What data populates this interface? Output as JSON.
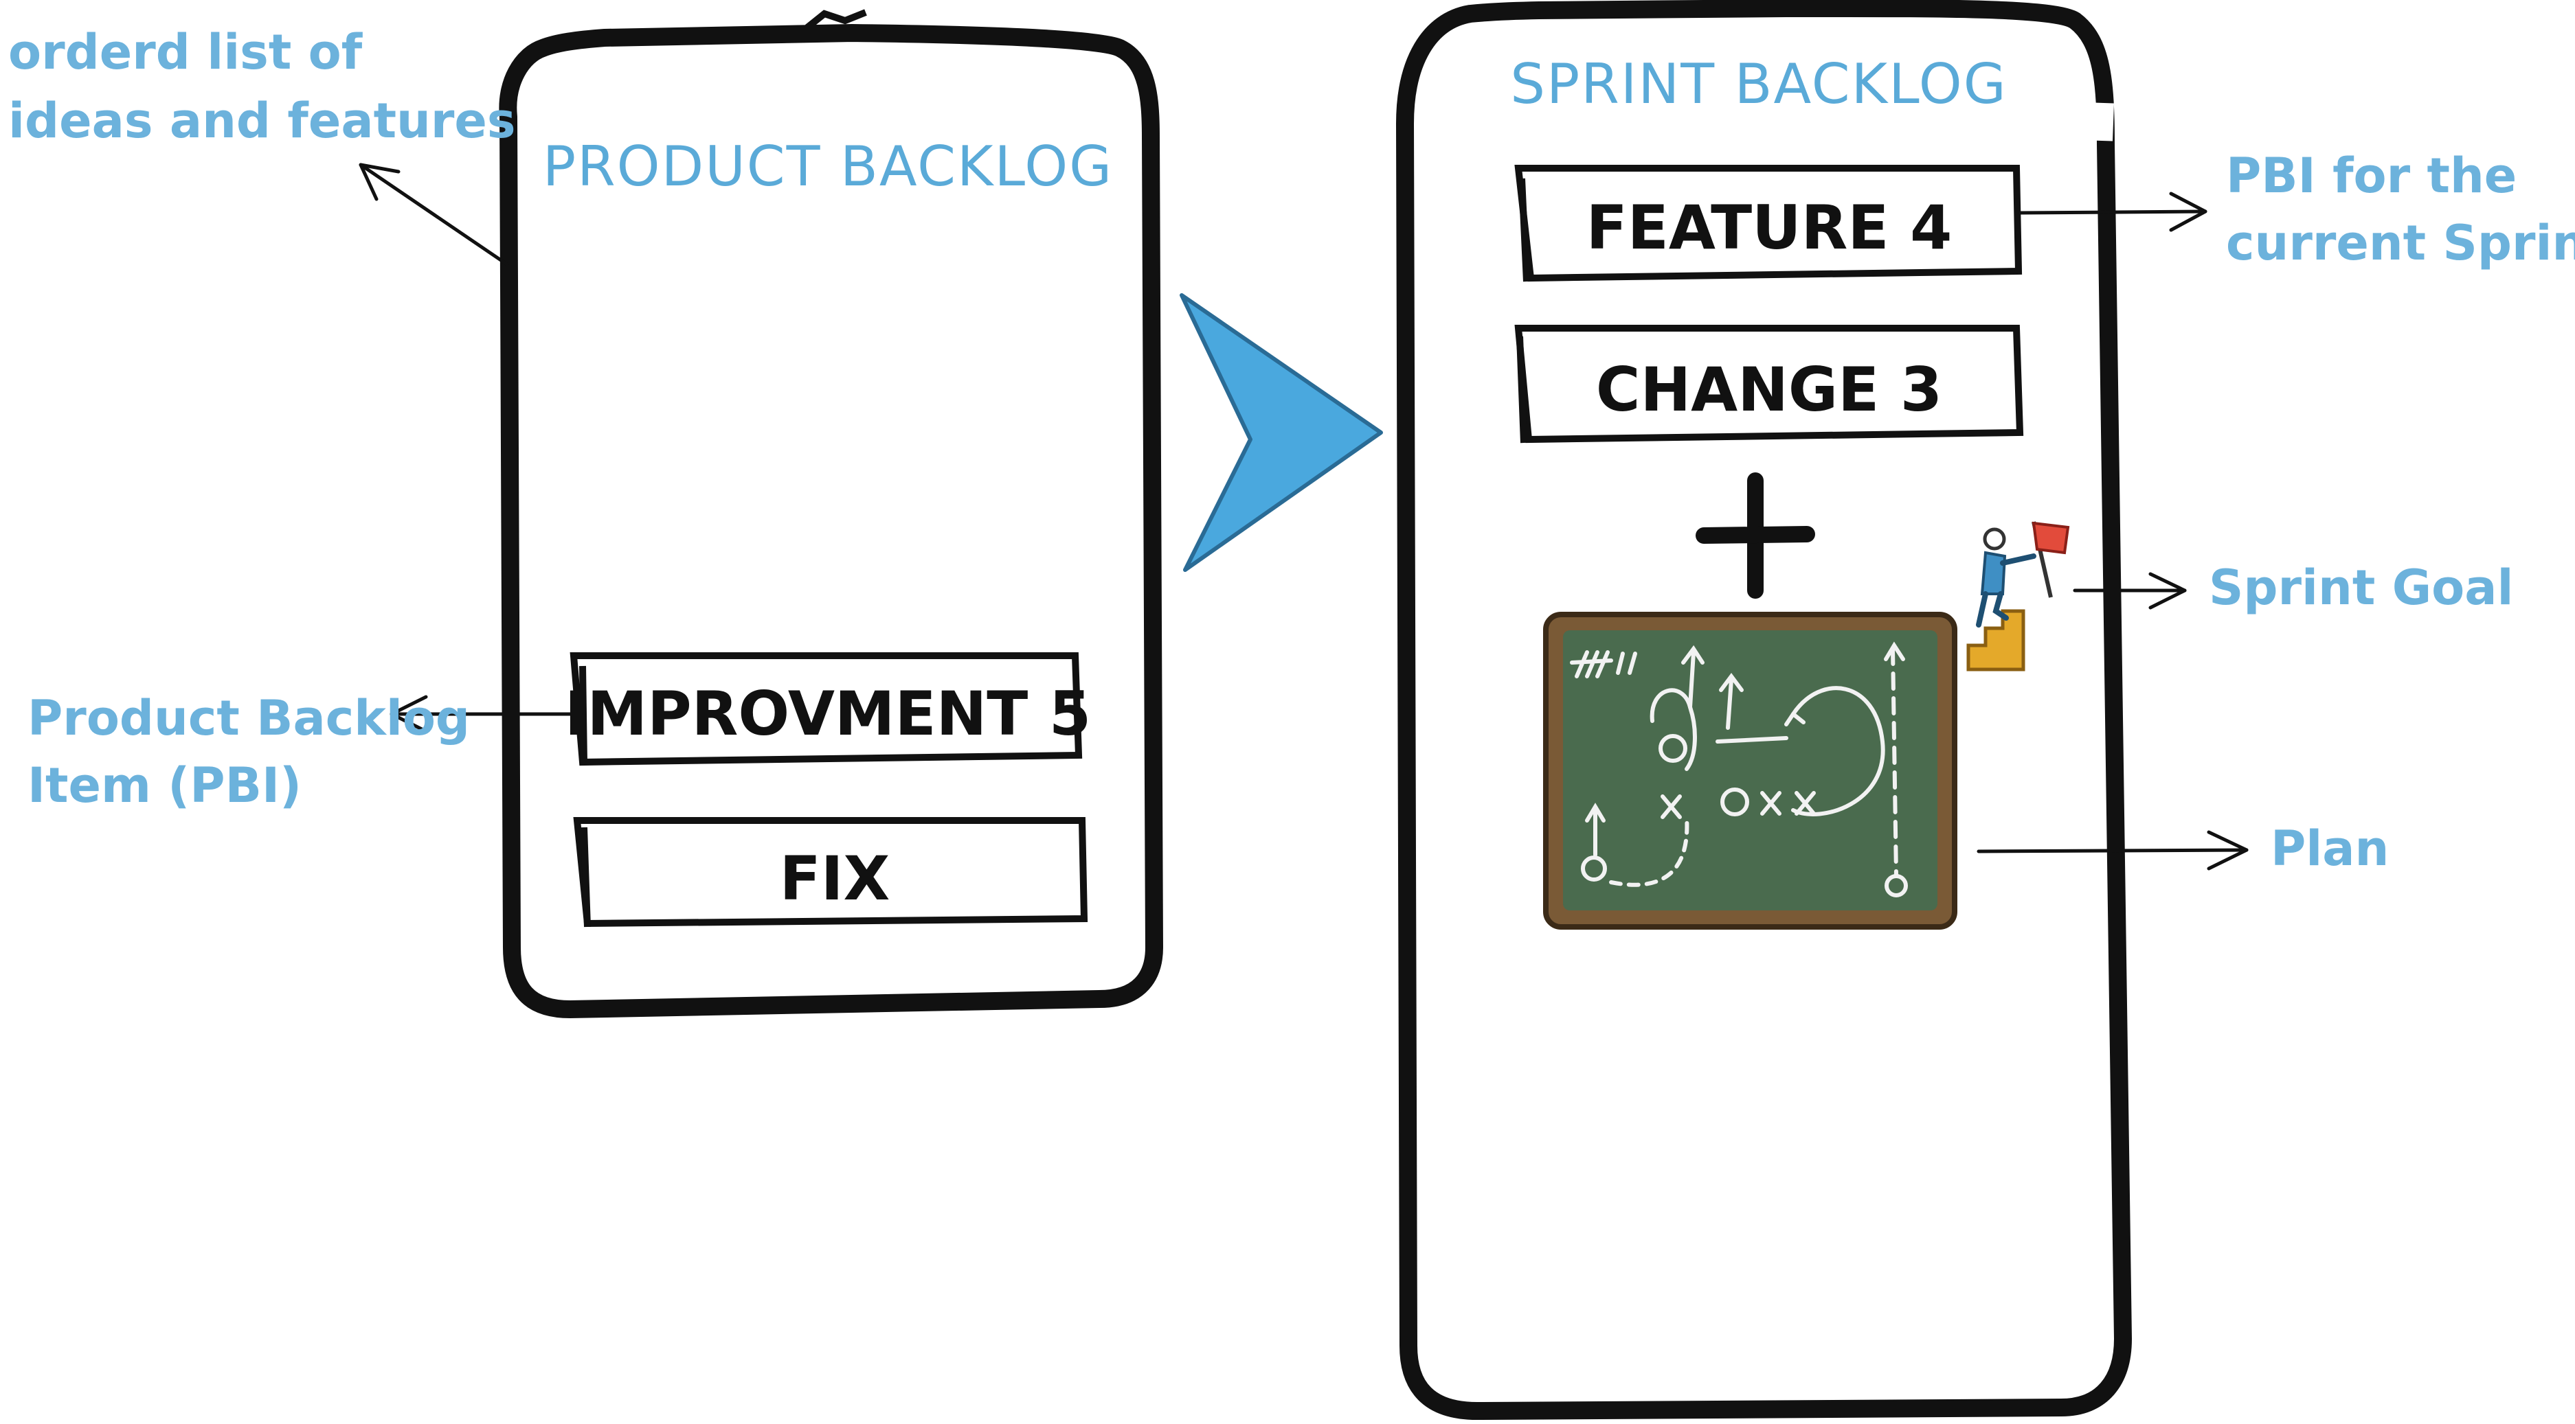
{
  "product_backlog": {
    "title": "PRODUCT BACKLOG",
    "items": [
      "IMPROVMENT 5",
      "FIX"
    ]
  },
  "sprint_backlog": {
    "title": "SPRINT BACKLOG",
    "items": [
      "FEATURE 4",
      "CHANGE 3"
    ]
  },
  "annotations": {
    "ordered_list_line1": "orderd list of",
    "ordered_list_line2": "ideas and features",
    "pbi_line1": "Product Backlog",
    "pbi_line2": "Item (PBI)",
    "current_sprint_line1": "PBI for the",
    "current_sprint_line2": "current Sprint",
    "sprint_goal": "Sprint Goal",
    "plan": "Plan"
  },
  "colors": {
    "accent": "#5aaad8",
    "arrow": "#4aa8de",
    "chalkboard": "#4a6b4e",
    "frame": "#7a5a36",
    "flag": "#e24b3b",
    "stairs": "#e4a92a"
  }
}
